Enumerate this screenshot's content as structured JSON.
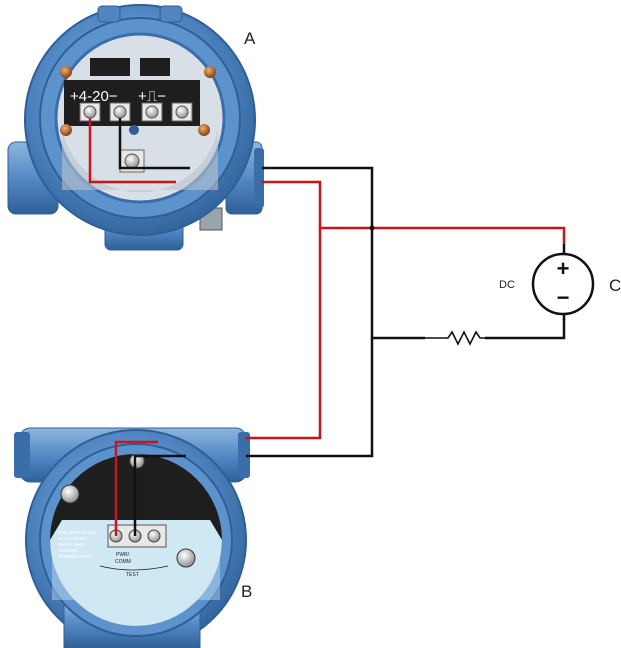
{
  "labels": {
    "device_a": "A",
    "device_b": "B",
    "device_c": "C",
    "source_type": "DC",
    "plus": "+",
    "minus": "−"
  },
  "device_a_terminals": {
    "signal_420": "+4-20−",
    "pulse": "+⎍−"
  },
  "device_b_plate": {
    "line1": "USE WIRE RATED",
    "line2": "AT LEAST 5°C",
    "line3": "ABOVE MAX.",
    "line4": "AMBIENT",
    "line5": "TEMPERATURE",
    "pwr": "PWR/",
    "comm": "COMM",
    "test": "TEST"
  },
  "colors": {
    "housing": "#4f86c2",
    "housing_dark": "#2f5f96",
    "housing_light": "#8db6e0",
    "wire_red": "#c4161c",
    "wire_black": "#111111",
    "terminal_block": "#1e1e1e",
    "plate": "#cfe8f4"
  }
}
